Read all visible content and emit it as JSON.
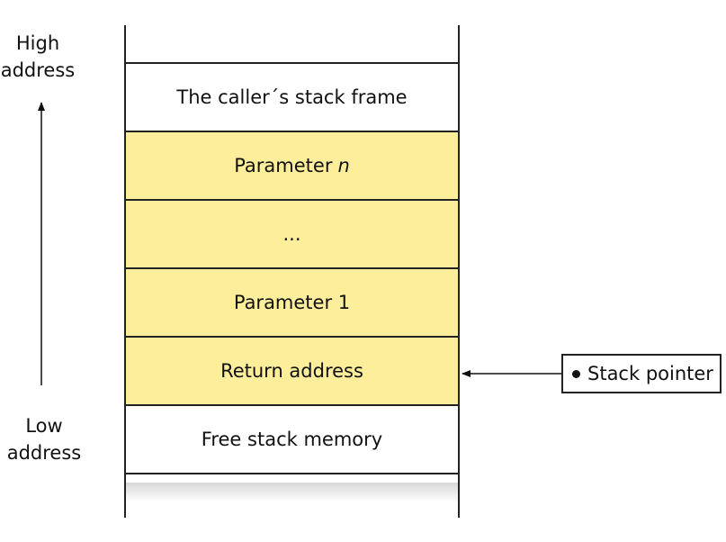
{
  "labels": {
    "high_address": "High\naddress",
    "low_address": "Low\naddress"
  },
  "stack": {
    "cells": [
      {
        "text": "The caller´s stack frame",
        "italic": "",
        "fill": "white"
      },
      {
        "text": "Parameter",
        "italic": "n",
        "fill": "yellow"
      },
      {
        "text": "...",
        "italic": "",
        "fill": "yellow"
      },
      {
        "text": "Parameter 1",
        "italic": "",
        "fill": "yellow"
      },
      {
        "text": "Return address",
        "italic": "",
        "fill": "yellow"
      },
      {
        "text": "Free stack memory",
        "italic": "",
        "fill": "white"
      }
    ]
  },
  "stack_pointer": {
    "label": "Stack pointer",
    "points_to": "Return address"
  },
  "colors": {
    "highlight": "#fcee9a",
    "line": "#222222"
  }
}
